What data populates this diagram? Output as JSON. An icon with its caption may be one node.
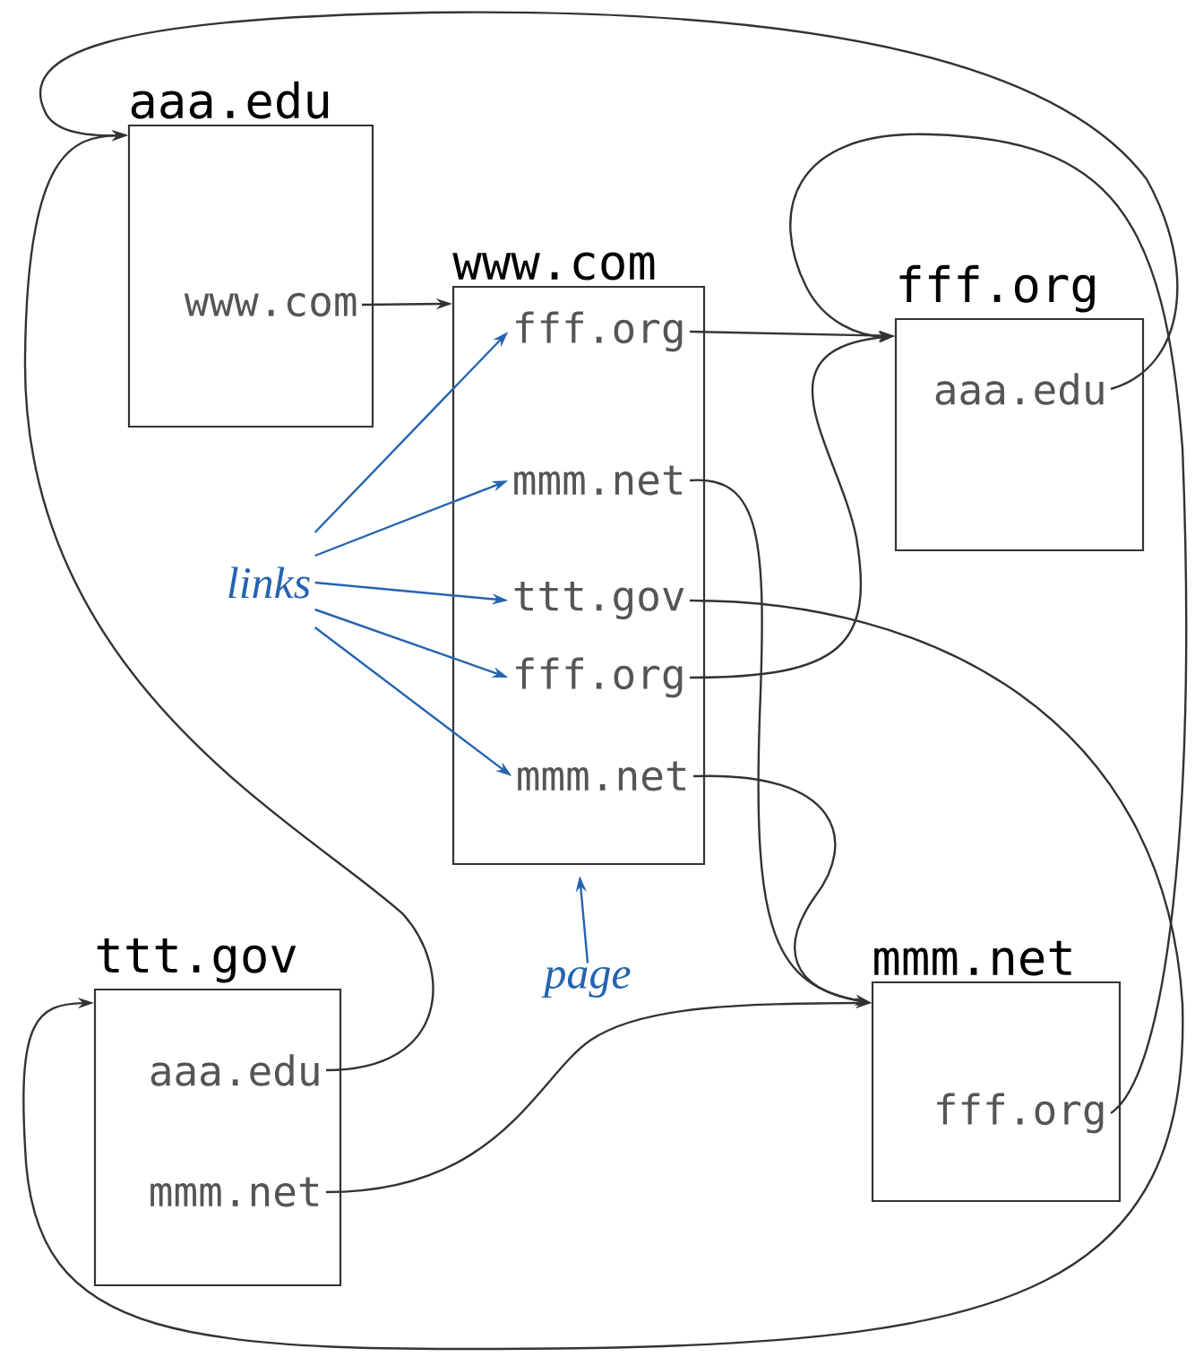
{
  "diagram": {
    "nodes": [
      {
        "text": [
          "aaa.edu"
        ]
      },
      {
        "text": [
          "www.com"
        ],
        "in": 0
      },
      {
        "text": [
          "www.com"
        ]
      },
      {
        "text": [
          "fff.org"
        ],
        "in": 2
      },
      {
        "text": [
          "mmm.net"
        ],
        "in": 2
      },
      {
        "text": [
          "ttt.gov"
        ],
        "in": 2
      },
      {
        "text": [
          "fff.org"
        ],
        "in": 2
      },
      {
        "text": [
          "mmm.net"
        ],
        "in": 2
      },
      {
        "text": [
          "fff.org"
        ]
      },
      {
        "text": [
          "aaa.edu"
        ],
        "in": 8
      },
      {
        "text": [
          "ttt.gov"
        ]
      },
      {
        "text": [
          "aaa.edu"
        ],
        "in": 10
      },
      {
        "text": [
          "mmm.net"
        ],
        "in": 10
      },
      {
        "text": [
          "mmm.net"
        ]
      },
      {
        "text": [
          "fff.org"
        ],
        "in": 13
      },
      {
        "text": [
          "links"
        ]
      },
      {
        "text": [
          "page"
        ]
      }
    ],
    "edges": [
      {
        "from": 1,
        "to": 2,
        "arrow": "to"
      },
      {
        "from": 3,
        "to": 8,
        "arrow": "to"
      },
      {
        "from": 4,
        "to": 13,
        "arrow": "to"
      },
      {
        "from": 5,
        "to": 10,
        "arrow": "to"
      },
      {
        "from": 6,
        "to": 8,
        "arrow": "to"
      },
      {
        "from": 7,
        "to": 13,
        "arrow": "to"
      },
      {
        "from": 9,
        "to": 0,
        "arrow": "to"
      },
      {
        "from": 11,
        "to": 0,
        "arrow": "to"
      },
      {
        "from": 12,
        "to": 13,
        "arrow": "to"
      },
      {
        "from": 14,
        "to": 8,
        "arrow": "to"
      },
      {
        "from": 15,
        "to": 3,
        "arrow": "to",
        "color": "#2563b0"
      },
      {
        "from": 15,
        "to": 4,
        "arrow": "to",
        "color": "#2563b0"
      },
      {
        "from": 15,
        "to": 5,
        "arrow": "to",
        "color": "#2563b0"
      },
      {
        "from": 15,
        "to": 6,
        "arrow": "to",
        "color": "#2563b0"
      },
      {
        "from": 15,
        "to": 7,
        "arrow": "to",
        "color": "#2563b0"
      },
      {
        "from": 16,
        "to": 2,
        "arrow": "to",
        "color": "#2563b0"
      }
    ]
  }
}
